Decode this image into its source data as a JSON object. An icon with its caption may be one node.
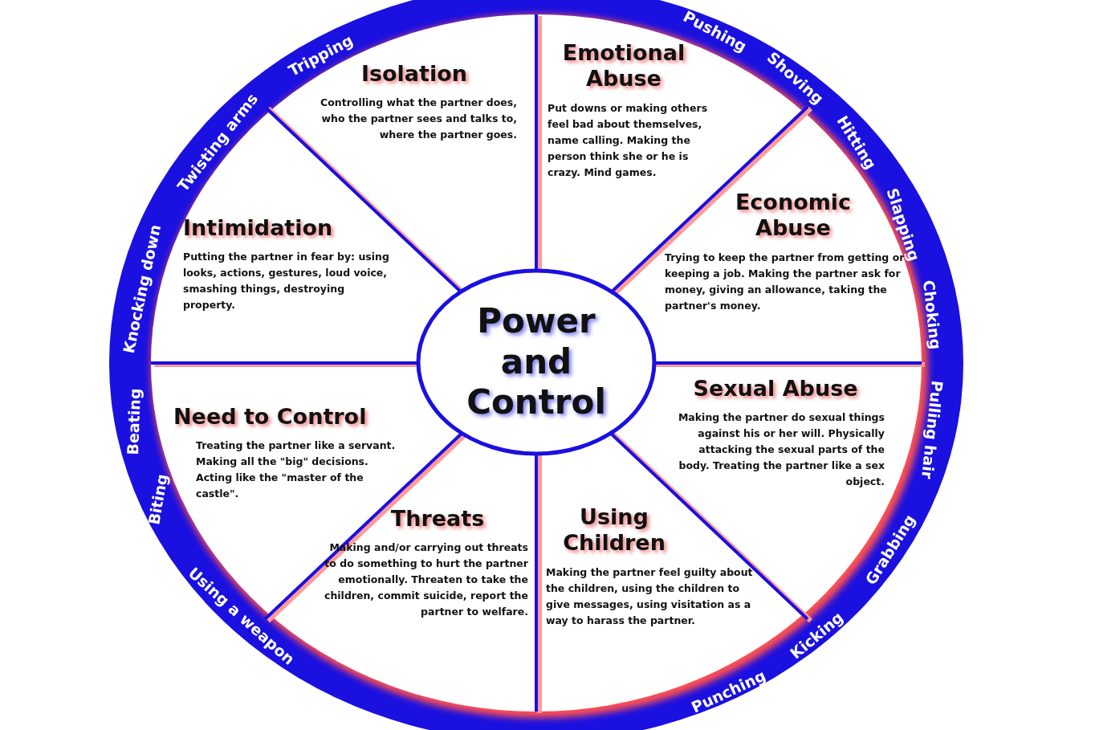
{
  "diagram": {
    "nodes": [
      {
        "text": [
          "Power and Control"
        ]
      },
      {
        "text": [
          "Isolation",
          "Controlling what the partner does, who the partner sees and talks to, where the partner goes."
        ]
      },
      {
        "text": [
          "Emotional Abuse",
          "Put downs or making others feel bad about themselves, name calling. Making the person think she or he is crazy. Mind games."
        ]
      },
      {
        "text": [
          "Intimidation",
          "Putting the partner in fear by: using looks, actions, gestures, loud voice, smashing things, destroying property."
        ]
      },
      {
        "text": [
          "Economic Abuse",
          "Trying to keep the partner from getting or keeping a job. Making the partner ask for money, giving an allowance, taking the partner's money."
        ]
      },
      {
        "text": [
          "Need to Control",
          "Treating the partner like a servant. Making all the \"big\" decisions. Acting like the \"master of the castle\"."
        ]
      },
      {
        "text": [
          "Sexual Abuse",
          "Making the partner do sexual things against his or her will. Physically attacking the sexual parts of the body. Treating the partner like a sex object."
        ]
      },
      {
        "text": [
          "Threats",
          "Making and/or carrying out threats to do something to hurt the partner emotionally. Threaten to take the children, commit suicide, report the partner to welfare."
        ]
      },
      {
        "text": [
          "Using Children",
          "Making the partner feel guilty about the children, using the children to give messages, using visitation as a way to harass the partner."
        ]
      }
    ],
    "labels": [
      "Tripping",
      "Pushing",
      "Twisting arms",
      "Shoving",
      "Hitting",
      "Slapping",
      "Knocking down",
      "Choking",
      "Beating",
      "Pulling hair",
      "Biting",
      "Grabbing",
      "Using a weapon",
      "Kicking",
      "Punching"
    ]
  }
}
